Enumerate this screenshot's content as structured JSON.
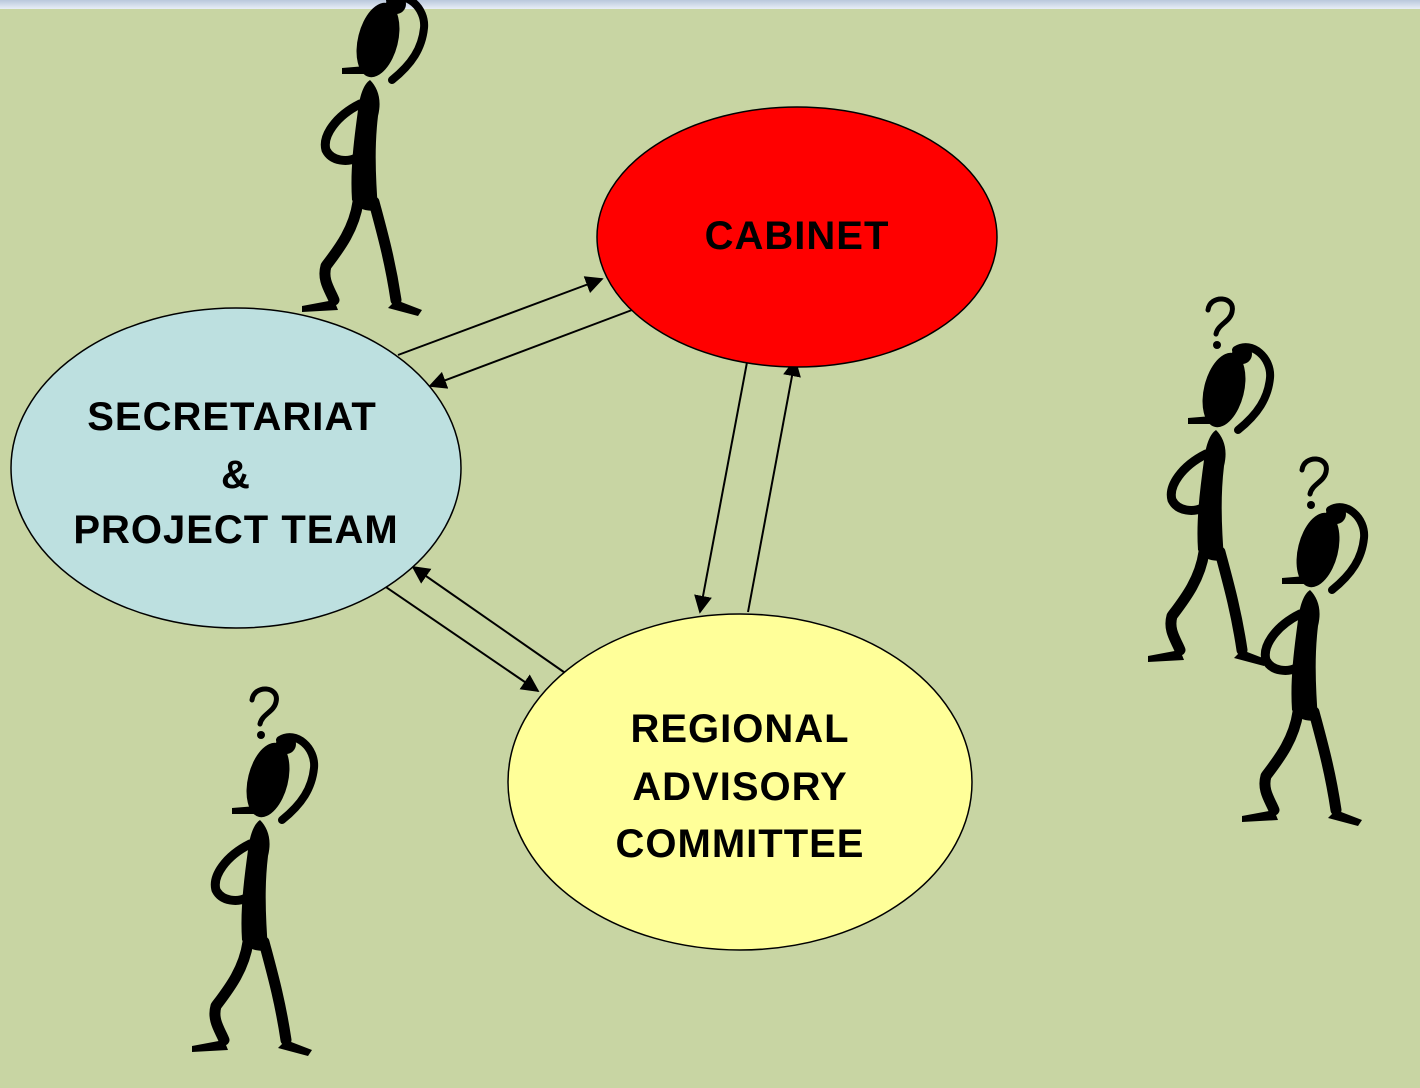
{
  "diagram": {
    "nodes": {
      "cabinet": {
        "lines": [
          "CABINET"
        ],
        "fill": "#ff0000"
      },
      "secretariat": {
        "lines": [
          "SECRETARIAT",
          "&",
          "PROJECT TEAM"
        ],
        "fill": "#bde0e0"
      },
      "rac": {
        "lines": [
          "REGIONAL",
          "ADVISORY",
          "COMMITTEE"
        ],
        "fill": "#ffff99"
      }
    },
    "edges": [
      {
        "from": "secretariat",
        "to": "cabinet"
      },
      {
        "from": "cabinet",
        "to": "secretariat"
      },
      {
        "from": "cabinet",
        "to": "rac"
      },
      {
        "from": "rac",
        "to": "cabinet"
      },
      {
        "from": "secretariat",
        "to": "rac"
      },
      {
        "from": "rac",
        "to": "secretariat"
      }
    ]
  },
  "figures": {
    "icon": "thinking-stick-figure-icon",
    "count": 4
  },
  "colors": {
    "background": "#c8d5a3"
  }
}
